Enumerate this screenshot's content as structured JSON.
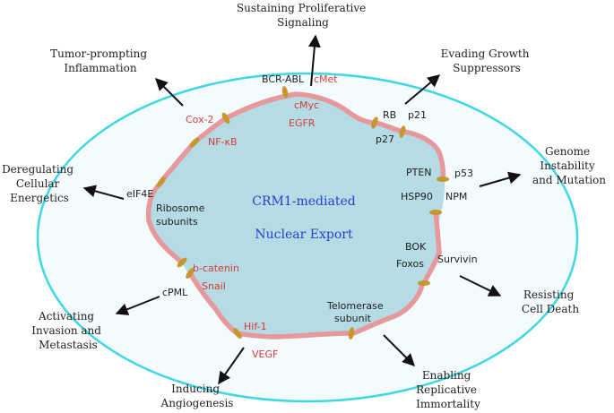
{
  "colors": {
    "outer_ring": "#3fd6e6",
    "outer_fill": "#f3fbfd",
    "nucleus_fill": "#b5dbe4",
    "membrane": "#e6999c",
    "pore": "#c8962e",
    "arrow": "#111111",
    "red_label": "#d93a3a",
    "center_text": "#2a3fd0"
  },
  "center": {
    "line1": "CRM1-mediated",
    "line2": "Nuclear Export"
  },
  "hallmarks": [
    {
      "id": "sustaining",
      "lines": [
        "Sustaining Proliferative",
        "Signaling"
      ]
    },
    {
      "id": "evading",
      "lines": [
        "Evading Growth",
        "Suppressors"
      ]
    },
    {
      "id": "genome",
      "lines": [
        "Genome",
        "Instability",
        "and Mutation"
      ]
    },
    {
      "id": "resisting",
      "lines": [
        "Resisting",
        "Cell Death"
      ]
    },
    {
      "id": "enabling",
      "lines": [
        "Enabling",
        "Replicative",
        "Immortality"
      ]
    },
    {
      "id": "angiogenesis",
      "lines": [
        "Inducing",
        "Angiogenesis"
      ]
    },
    {
      "id": "invasion",
      "lines": [
        "Activating",
        "Invasion and",
        "Metastasis"
      ]
    },
    {
      "id": "energetics",
      "lines": [
        "Deregulating",
        "Cellular",
        "Energetics"
      ]
    },
    {
      "id": "inflammation",
      "lines": [
        "Tumor-prompting",
        "Inflammation"
      ]
    }
  ],
  "proteins": [
    {
      "id": "bcr-abl",
      "text": "BCR-ABL",
      "red": false
    },
    {
      "id": "cmet",
      "text": "cMet",
      "red": true
    },
    {
      "id": "cmyc",
      "text": "cMyc",
      "red": true
    },
    {
      "id": "egfr",
      "text": "EGFR",
      "red": true
    },
    {
      "id": "cox2",
      "text": "Cox-2",
      "red": true
    },
    {
      "id": "nfkb",
      "text": "NF-κB",
      "red": true
    },
    {
      "id": "rb",
      "text": "RB",
      "red": false
    },
    {
      "id": "p21",
      "text": "p21",
      "red": false
    },
    {
      "id": "p27",
      "text": "p27",
      "red": false
    },
    {
      "id": "pten",
      "text": "PTEN",
      "red": false
    },
    {
      "id": "p53",
      "text": "p53",
      "red": false
    },
    {
      "id": "hsp90",
      "text": "HSP90",
      "red": false
    },
    {
      "id": "npm",
      "text": "NPM",
      "red": false
    },
    {
      "id": "bok",
      "text": "BOK",
      "red": false
    },
    {
      "id": "survivin",
      "text": "Survivin",
      "red": false
    },
    {
      "id": "foxos",
      "text": "Foxos",
      "red": false
    },
    {
      "id": "telomerase",
      "text": "Telomerase",
      "red": false
    },
    {
      "id": "subunit",
      "text": "subunit",
      "red": false
    },
    {
      "id": "eif4e",
      "text": "eIF4E",
      "red": false
    },
    {
      "id": "ribosome",
      "text": "Ribosome",
      "red": false
    },
    {
      "id": "subunits",
      "text": "subunits",
      "red": false
    },
    {
      "id": "bcatenin",
      "text": "b-catenin",
      "red": true
    },
    {
      "id": "snail",
      "text": "Snail",
      "red": true
    },
    {
      "id": "cpml",
      "text": "cPML",
      "red": false
    },
    {
      "id": "hif1",
      "text": "Hif-1",
      "red": true
    },
    {
      "id": "vegf",
      "text": "VEGF",
      "red": true
    }
  ]
}
